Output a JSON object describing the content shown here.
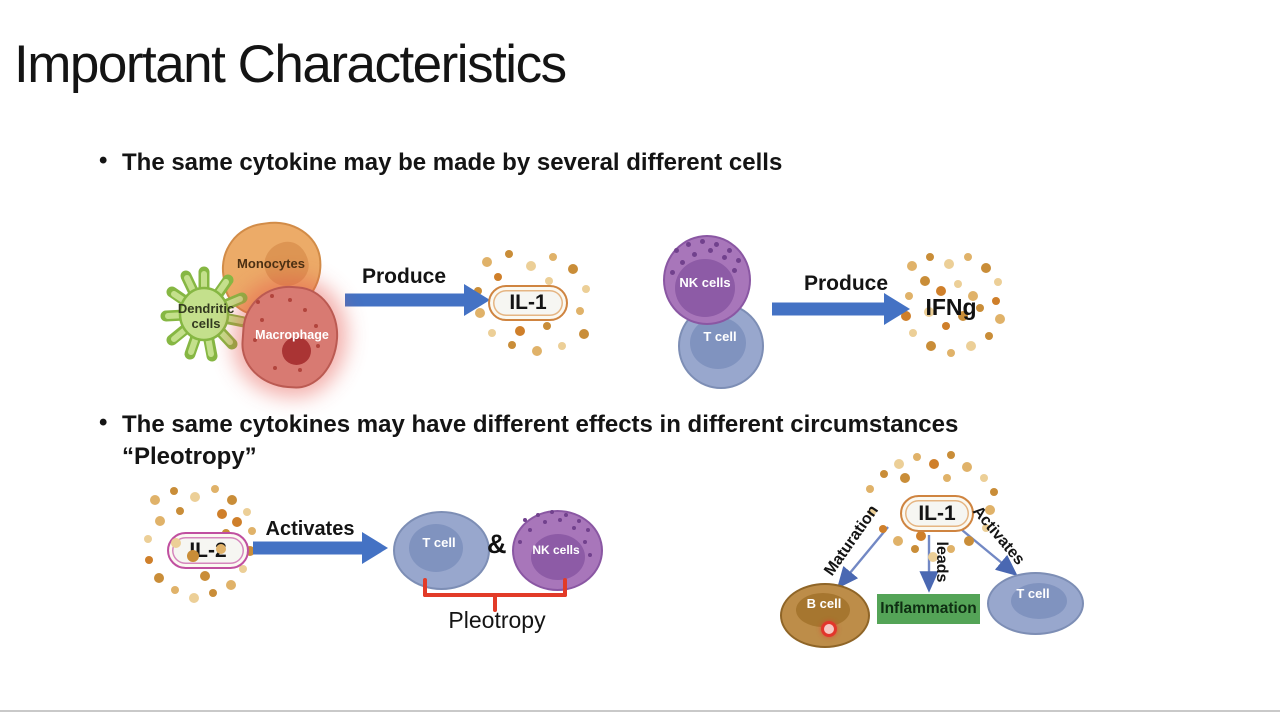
{
  "slide": {
    "title": "Important Characteristics",
    "bullet_marker": "•",
    "bullet1": "The same cytokine may be made by several different cells",
    "bullet2_line1": "The same cytokines may have different effects in different circumstances",
    "bullet2_line2": "“Pleotropy”"
  },
  "cytokine_sources_left": {
    "dendritic_label": "Dendritic cells",
    "monocytes_label": "Monocytes",
    "macrophage_label": "Macrophage",
    "arrow_label": "Produce",
    "cytokine_label": "IL-1"
  },
  "cytokine_sources_right": {
    "nk_label": "NK cells",
    "t_label": "T cell",
    "arrow_label": "Produce",
    "cytokine_label": "IFNg"
  },
  "pleotropy_left": {
    "cytokine_label": "IL-2",
    "arrow_label": "Activates",
    "t_label": "T cell",
    "ampersand": "&",
    "nk_label": "NK cells",
    "bracket_label": "Pleotropy"
  },
  "pleotropy_right": {
    "cytokine_label": "IL-1",
    "maturation_label": "Maturation",
    "leads_label": "leads",
    "activates_label": "Activates",
    "b_label": "B cell",
    "inflammation_label": "Inflammation",
    "t_label": "T cell"
  },
  "colors": {
    "arrow_blue": "#4472c4",
    "thin_arrow_blue": "#7288c4",
    "pill_border_orange": "#cf8440",
    "pill_border_pink": "#c04fa0",
    "bracket_red": "#e23b28",
    "inflammation_green": "#54a457",
    "dendritic_green": "#c4e08c",
    "monocyte_orange": "#ecab68",
    "macrophage_red": "#d87a72",
    "nk_purple": "#a876ba",
    "t_cell_blue": "#98a7cd",
    "b_cell_brown": "#bd8d49",
    "cytokine_dot_tan": "#dba549"
  }
}
